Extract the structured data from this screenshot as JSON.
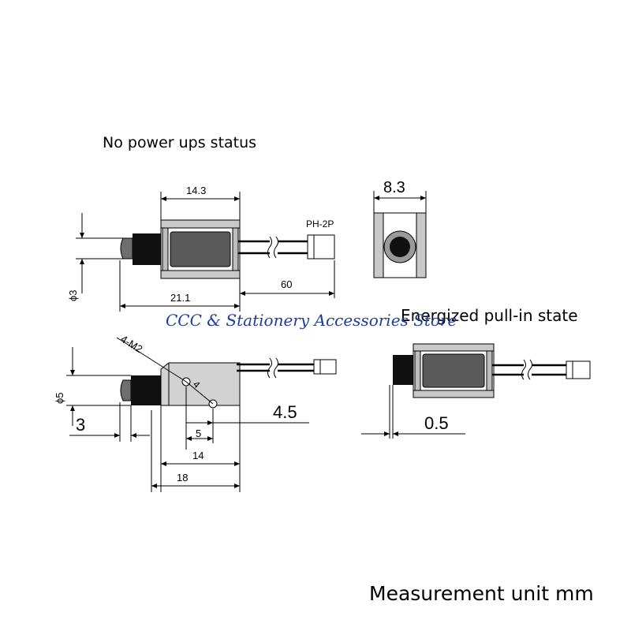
{
  "captions": {
    "off_state": "No power ups status",
    "on_state": "Energized pull-in state",
    "unit_note": "Measurement unit mm",
    "watermark": "CCC & Stationery Accessories Store"
  },
  "top_view": {
    "body_length": "14.3",
    "total_length": "21.1",
    "wire_length": "60",
    "plunger_diameter": "ϕ3",
    "connector": "PH-2P"
  },
  "end_view": {
    "width": "8.3"
  },
  "side_view": {
    "holes": "4-M2",
    "stroke_diameter": "ϕ5",
    "plunger_extension": "3",
    "hole_offset": "4",
    "hole_pitch": "5",
    "hole_span": "14",
    "mount_length": "18",
    "frame_height": "4.5"
  },
  "energized_view": {
    "gap": "0.5"
  }
}
